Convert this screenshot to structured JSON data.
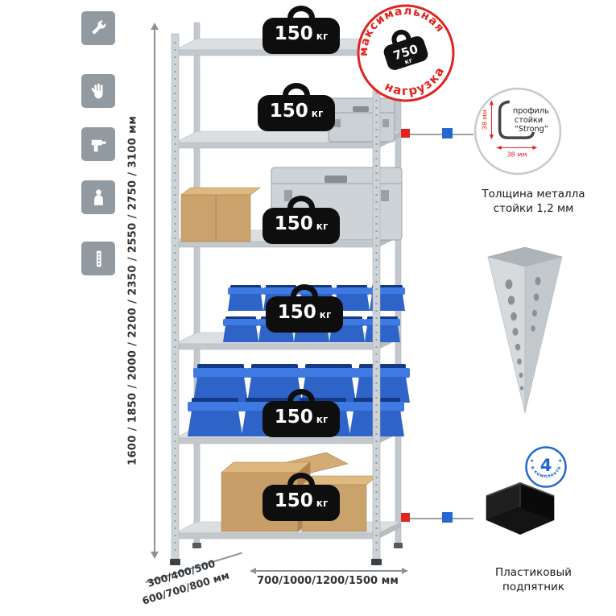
{
  "colors": {
    "accent_red": "#e0241f",
    "accent_blue": "#2268cf",
    "bin_blue": "#2e63c8",
    "metal_gray": "#ced3d8",
    "carton_tan": "#c9a26c",
    "weight_black": "#0e0e0e"
  },
  "sidebar_icons": [
    {
      "name": "wrench"
    },
    {
      "name": "gloves"
    },
    {
      "name": "drill"
    },
    {
      "name": "person"
    },
    {
      "name": "perforated-post"
    }
  ],
  "dimensions": {
    "height": "1600 / 1850 / 2000 / 2200 / 2350 / 2550 / 2750 / 3100 мм",
    "depth_line1": "300/400/500",
    "depth_line2": "600/700/800 мм",
    "width": "700/1000/1200/1500 мм"
  },
  "shelves": {
    "count": 6,
    "load_value": "150",
    "load_unit": "кг"
  },
  "max_load_stamp": {
    "arc_top": "максимальная",
    "arc_bottom": "нагрузка",
    "value": "750",
    "unit": "кг"
  },
  "profile_callout": {
    "line1": "профиль",
    "line2": "стойки",
    "line3": "“Strong”",
    "dim_vertical": "38 мм",
    "dim_horizontal": "38 мм",
    "caption_line1": "Толщина металла",
    "caption_line2": "стойки 1,2 мм"
  },
  "foot_callout": {
    "badge_number": "4",
    "badge_text": "в комплекте",
    "caption_line1": "Пластиковый",
    "caption_line2": "подпятник"
  }
}
